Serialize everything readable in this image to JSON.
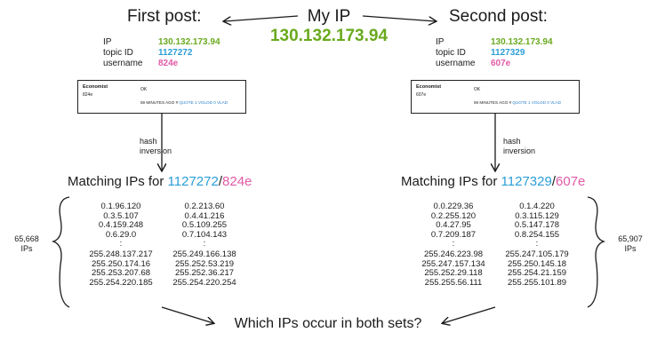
{
  "colors": {
    "ip": "#6aaa1e",
    "topic": "#2b9ed8",
    "username": "#e05aa7",
    "text": "#1a1a1a",
    "link": "#2a7fc9"
  },
  "center": {
    "label": "My IP",
    "ip": "130.132.173.94"
  },
  "first": {
    "title": "First post:",
    "keys": [
      "IP",
      "topic ID",
      "username"
    ],
    "ip": "130.132.173.94",
    "topic": "1127272",
    "username": "824e",
    "card": {
      "author": "Economist",
      "uid": "824e",
      "body": "OK",
      "meta_prefix": "59 MINUTES AGO #",
      "quote": "QUOTE",
      "votes": "1 VOLOD 0",
      "vlad": "VLAD"
    },
    "hash_label": [
      "hash",
      "inversion"
    ],
    "match_prefix": "Matching IPs for ",
    "match_topic": "1127272",
    "match_sep": "/",
    "match_user": "824e",
    "col1": [
      "0.1.96.120",
      "0.3.5.107",
      "0.4.159.248",
      "0.6.29.0",
      ":",
      "255.248.137.217",
      "255.250.174.16",
      "255.253.207.68",
      "255.254.220.185"
    ],
    "col2": [
      "0.2.213.60",
      "0.4.41.216",
      "0.5.109.255",
      "0.7.104.143",
      ":",
      "255.249.166.138",
      "255.252.53.219",
      "255.252.36.217",
      "255.254.220.254"
    ],
    "count": "65,668",
    "count_unit": "IPs"
  },
  "second": {
    "title": "Second post:",
    "keys": [
      "IP",
      "topic ID",
      "username"
    ],
    "ip": "130.132.173.94",
    "topic": "1127329",
    "username": "607e",
    "card": {
      "author": "Economist",
      "uid": "607e",
      "body": "OK",
      "meta_prefix": "59 MINUTES AGO #",
      "quote": "QUOTE",
      "votes": "1 VOLOD 0",
      "vlad": "VLAD"
    },
    "hash_label": [
      "hash",
      "inversion"
    ],
    "match_prefix": "Matching IPs for ",
    "match_topic": "1127329",
    "match_sep": "/",
    "match_user": "607e",
    "col1": [
      "0.0.229.36",
      "0.2.255.120",
      "0.4.27.95",
      "0.7.209.187",
      ":",
      "255.246.223.98",
      "255.247.157.134",
      "255.252.29.118",
      "255.255.56.111"
    ],
    "col2": [
      "0.1.4.220",
      "0.3.115.129",
      "0.5.147.178",
      "0.8.254.155",
      ":",
      "255.247.105.179",
      "255.250.145.18",
      "255.254.21.159",
      "255.255.101.89"
    ],
    "count": "65,907",
    "count_unit": "IPs"
  },
  "question": "Which IPs occur in both sets?"
}
